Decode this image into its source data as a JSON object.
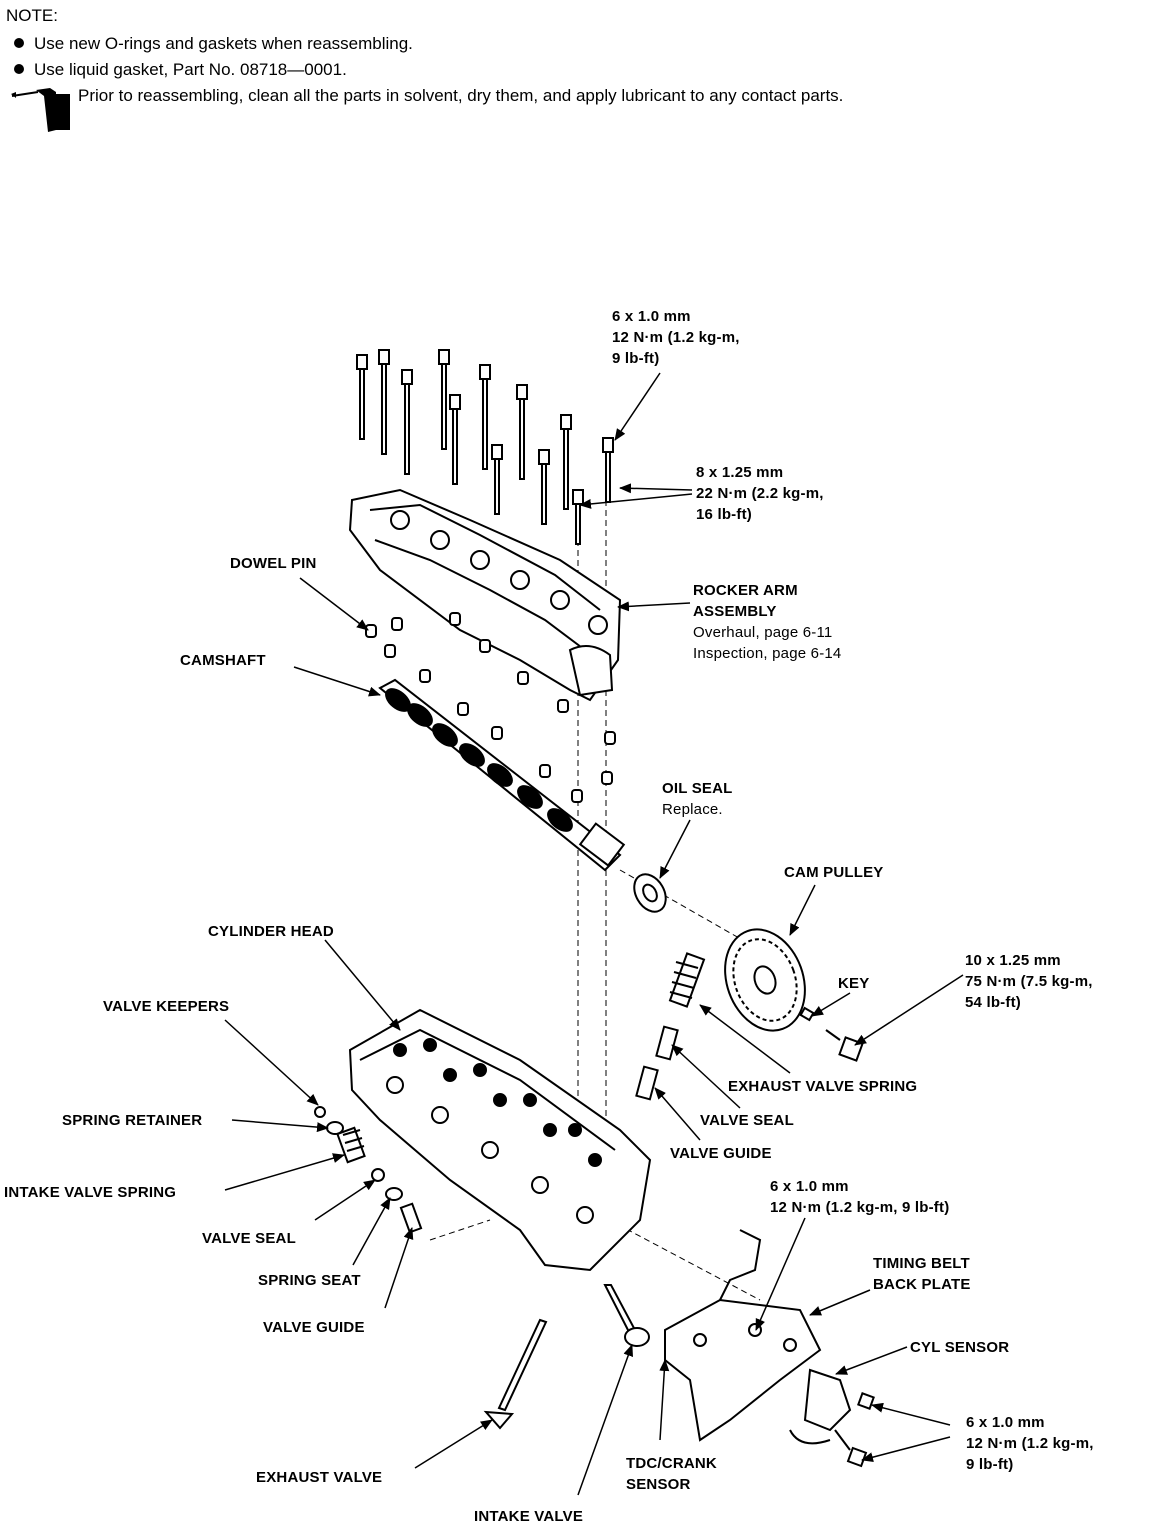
{
  "notes": {
    "heading": "NOTE:",
    "items": [
      "Use new O-rings and gaskets when reassembling.",
      "Use liquid gasket, Part No. 08718—0001."
    ],
    "lubricant_note": "Prior to reassembling, clean all the parts in solvent, dry them, and apply lubricant to any contact parts."
  },
  "labels": {
    "bolt_top": [
      "6 x 1.0 mm",
      "12 N·m (1.2 kg-m,",
      "9 lb-ft)"
    ],
    "bolt_rocker": [
      "8 x 1.25 mm",
      "22 N·m (2.2 kg-m,",
      "16 lb-ft)"
    ],
    "dowel_pin": "DOWEL PIN",
    "rocker_arm": [
      "ROCKER ARM",
      "ASSEMBLY"
    ],
    "rocker_overhaul": "Overhaul, page 6-11",
    "rocker_inspection": "Inspection, page 6-14",
    "camshaft": "CAMSHAFT",
    "oil_seal": "OIL SEAL",
    "oil_seal_note": "Replace.",
    "cam_pulley": "CAM PULLEY",
    "cylinder_head": "CYLINDER HEAD",
    "bolt_pulley": [
      "10 x 1.25 mm",
      "75 N·m (7.5 kg-m,",
      "54 lb-ft)"
    ],
    "key": "KEY",
    "valve_keepers": "VALVE KEEPERS",
    "exhaust_valve_spring": "EXHAUST VALVE SPRING",
    "spring_retainer": "SPRING RETAINER",
    "valve_seal_right": "VALVE SEAL",
    "valve_guide_right": "VALVE GUIDE",
    "intake_valve_spring": "INTAKE VALVE SPRING",
    "bolt_backplate": [
      "6 x 1.0 mm",
      "12 N·m (1.2 kg-m, 9 lb-ft)"
    ],
    "valve_seal_left": "VALVE SEAL",
    "timing_belt_back_plate": [
      "TIMING BELT",
      "BACK PLATE"
    ],
    "spring_seat": "SPRING SEAT",
    "valve_guide_left": "VALVE GUIDE",
    "cyl_sensor": "CYL SENSOR",
    "bolt_sensor": [
      "6 x 1.0 mm",
      "12 N·m (1.2 kg-m,",
      "9 lb-ft)"
    ],
    "exhaust_valve": "EXHAUST VALVE",
    "tdc_crank_sensor": [
      "TDC/CRANK",
      "SENSOR"
    ],
    "intake_valve": "INTAKE VALVE"
  }
}
